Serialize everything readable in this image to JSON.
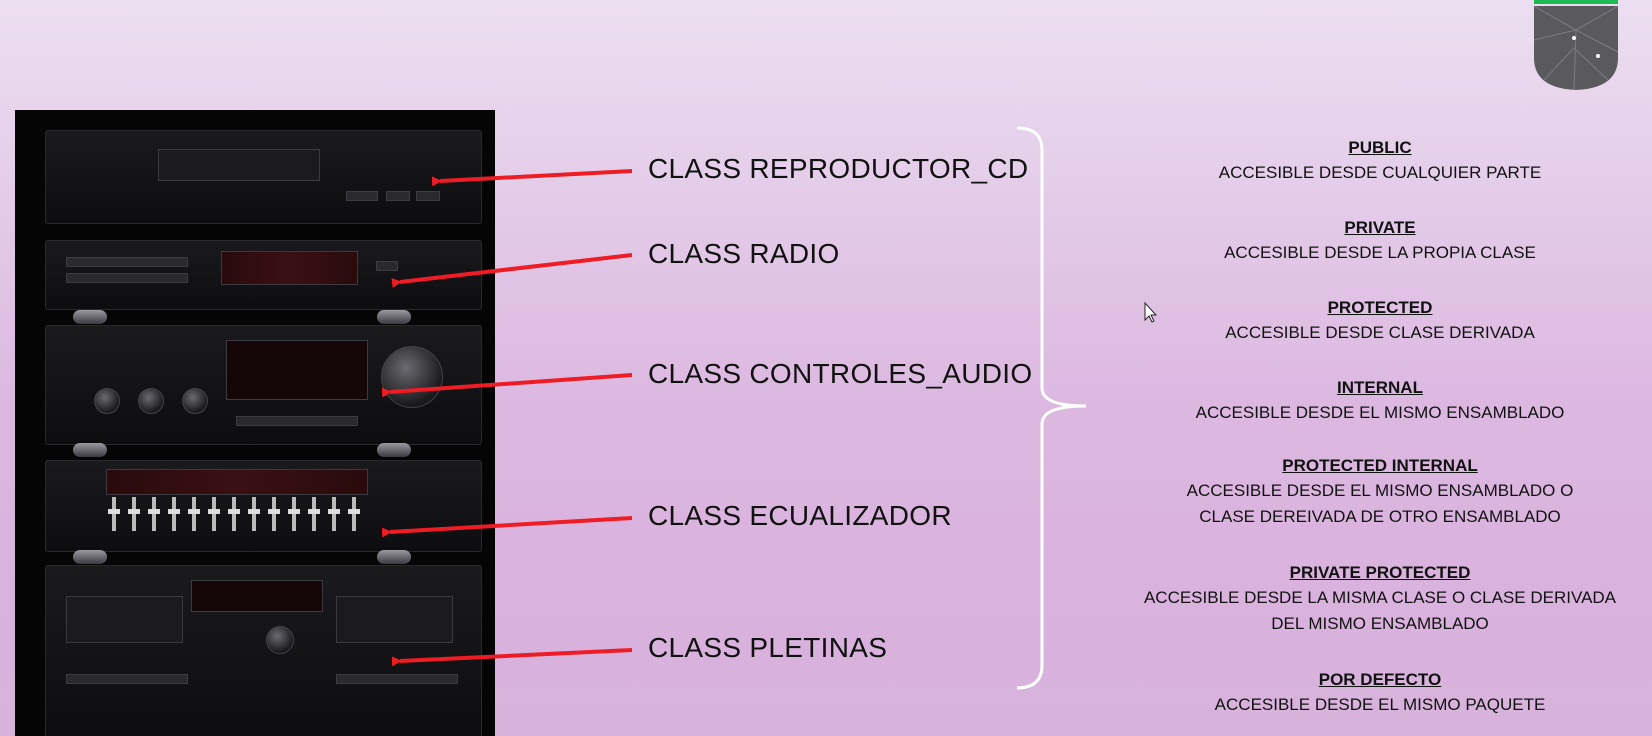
{
  "labels": {
    "reproductor_cd": "CLASS REPRODUCTOR_CD",
    "radio": "CLASS RADIO",
    "controles_audio": "CLASS CONTROLES_AUDIO",
    "ecualizador": "CLASS ECUALIZADOR",
    "pletinas": "CLASS PLETINAS"
  },
  "modifiers": [
    {
      "title": "PUBLIC",
      "lines": [
        "ACCESIBLE DESDE CUALQUIER PARTE"
      ]
    },
    {
      "title": "PRIVATE",
      "lines": [
        "ACCESIBLE DESDE LA PROPIA CLASE"
      ]
    },
    {
      "title": "PROTECTED",
      "lines": [
        "ACCESIBLE DESDE CLASE DERIVADA"
      ]
    },
    {
      "title": "INTERNAL",
      "lines": [
        "ACCESIBLE DESDE EL MISMO ENSAMBLADO"
      ]
    },
    {
      "title": "PROTECTED INTERNAL",
      "lines": [
        "ACCESIBLE DESDE EL MISMO ENSAMBLADO O",
        "CLASE DEREIVADA DE OTRO ENSAMBLADO"
      ]
    },
    {
      "title": "PRIVATE PROTECTED",
      "lines": [
        "ACCESIBLE DESDE LA MISMA CLASE O CLASE DERIVADA",
        "DEL MISMO ENSAMBLADO"
      ]
    },
    {
      "title": "POR DEFECTO",
      "lines": [
        "ACCESIBLE DESDE EL MISMO PAQUETE"
      ]
    }
  ],
  "colors": {
    "arrow": "#ee1c24",
    "brace": "#ffffff",
    "logo_accent": "#1db954"
  },
  "icons": {
    "logo": "hexagon-shield-icon",
    "cursor": "mouse-pointer-icon"
  }
}
